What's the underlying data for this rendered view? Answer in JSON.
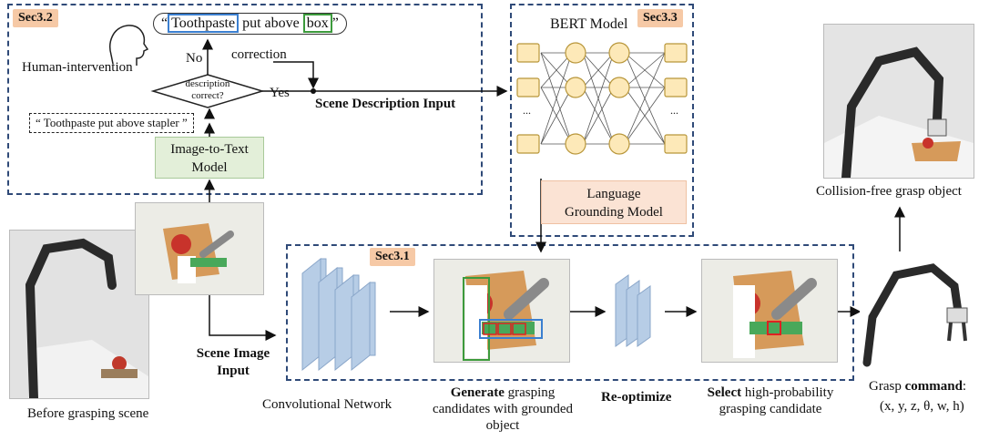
{
  "sec32": {
    "badge": "Sec3.2",
    "human_label": "Human-intervention",
    "bubble_open": "“",
    "bubble_word1": "Toothpaste",
    "bubble_mid": " put above ",
    "bubble_word2": "box",
    "bubble_close": "”",
    "no_label": "No",
    "correction_label": "correction",
    "decision_line1": "description",
    "decision_line2": "correct?",
    "yes_label": "Yes",
    "wrong_caption": "“ Toothpaste put above stapler ”",
    "model_line1": "Image-to-Text",
    "model_line2": "Model",
    "scene_desc_label": "Scene Description Input"
  },
  "sec33": {
    "badge": "Sec3.3",
    "bert_label": "BERT Model",
    "ellipsis": "...",
    "grounding_line1": "Language",
    "grounding_line2": "Grounding Model"
  },
  "sec31": {
    "badge": "Sec3.1",
    "conv_label": "Convolutional Network",
    "generate_bold": "Generate",
    "generate_rest1": " grasping",
    "generate_line2": "candidates with grounded",
    "generate_line3": "object",
    "reopt_label": "Re-optimize",
    "select_bold": "Select",
    "select_rest1": " high-probability",
    "select_line2": "grasping candidate"
  },
  "left": {
    "before_label": "Before grasping scene",
    "scene_input_line1": "Scene Image",
    "scene_input_line2": "Input"
  },
  "right": {
    "collision_label": "Collision-free grasp object",
    "grasp_prefix": "Grasp ",
    "grasp_bold": "command",
    "grasp_suffix": ":",
    "grasp_params": "(x, y, z, θ, w, h)"
  },
  "colors": {
    "dash_border": "#2f4a78",
    "badge_fill": "#f6c9a6",
    "green_model_fill": "#e3efd9",
    "orange_model_fill": "#fbe3d4",
    "bert_node_fill": "#fde9b8",
    "conv_blue": "#b7cde6"
  }
}
